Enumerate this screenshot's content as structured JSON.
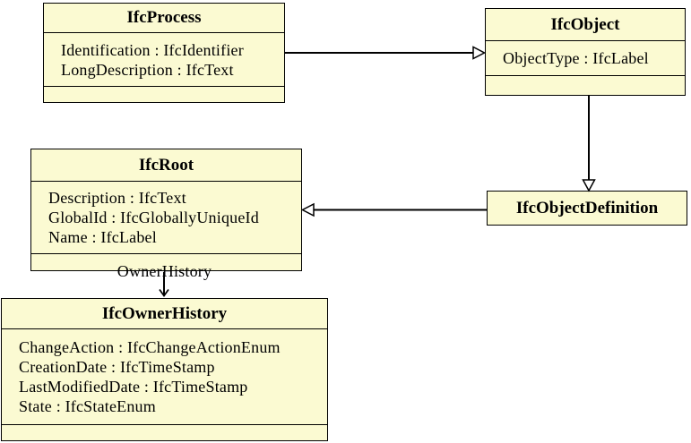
{
  "diagram": {
    "title": "IFC UML class diagram",
    "colors": {
      "class_fill": "#fbfad2",
      "class_border": "#000000",
      "text": "#000000",
      "background": "#ffffff"
    },
    "classes": [
      {
        "name": "IfcProcess",
        "attributes": [
          "Identification : IfcIdentifier",
          "LongDescription : IfcText"
        ]
      },
      {
        "name": "IfcObject",
        "attributes": [
          "ObjectType : IfcLabel"
        ]
      },
      {
        "name": "IfcRoot",
        "attributes": [
          "Description : IfcText",
          "GlobalId : IfcGloballyUniqueId",
          "Name : IfcLabel"
        ]
      },
      {
        "name": "IfcObjectDefinition",
        "attributes": []
      },
      {
        "name": "IfcOwnerHistory",
        "attributes": [
          "ChangeAction : IfcChangeActionEnum",
          "CreationDate : IfcTimeStamp",
          "LastModifiedDate : IfcTimeStamp",
          "State : IfcStateEnum"
        ]
      }
    ],
    "relations": [
      {
        "type": "generalization",
        "from": "IfcProcess",
        "to": "IfcObject",
        "label": ""
      },
      {
        "type": "generalization",
        "from": "IfcObject",
        "to": "IfcObjectDefinition",
        "label": ""
      },
      {
        "type": "generalization",
        "from": "IfcObjectDefinition",
        "to": "IfcRoot",
        "label": ""
      },
      {
        "type": "association",
        "from": "IfcRoot",
        "to": "IfcOwnerHistory",
        "label": "OwnerHistory"
      }
    ]
  }
}
